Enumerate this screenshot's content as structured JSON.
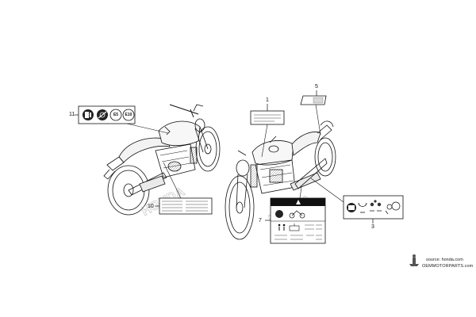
{
  "callouts": {
    "c1": "1",
    "c3": "3",
    "c5": "5",
    "c7": "7",
    "c10": "10",
    "c11": "11"
  },
  "label11": {
    "badge_e5": "E5",
    "badge_e10": "E10"
  },
  "watermark": {
    "source": "source: honda.com",
    "brand": "OEMMOTORPARTS.com"
  },
  "colors": {
    "line": "#111111",
    "honda_logo_outline": "#bbbbbb"
  }
}
